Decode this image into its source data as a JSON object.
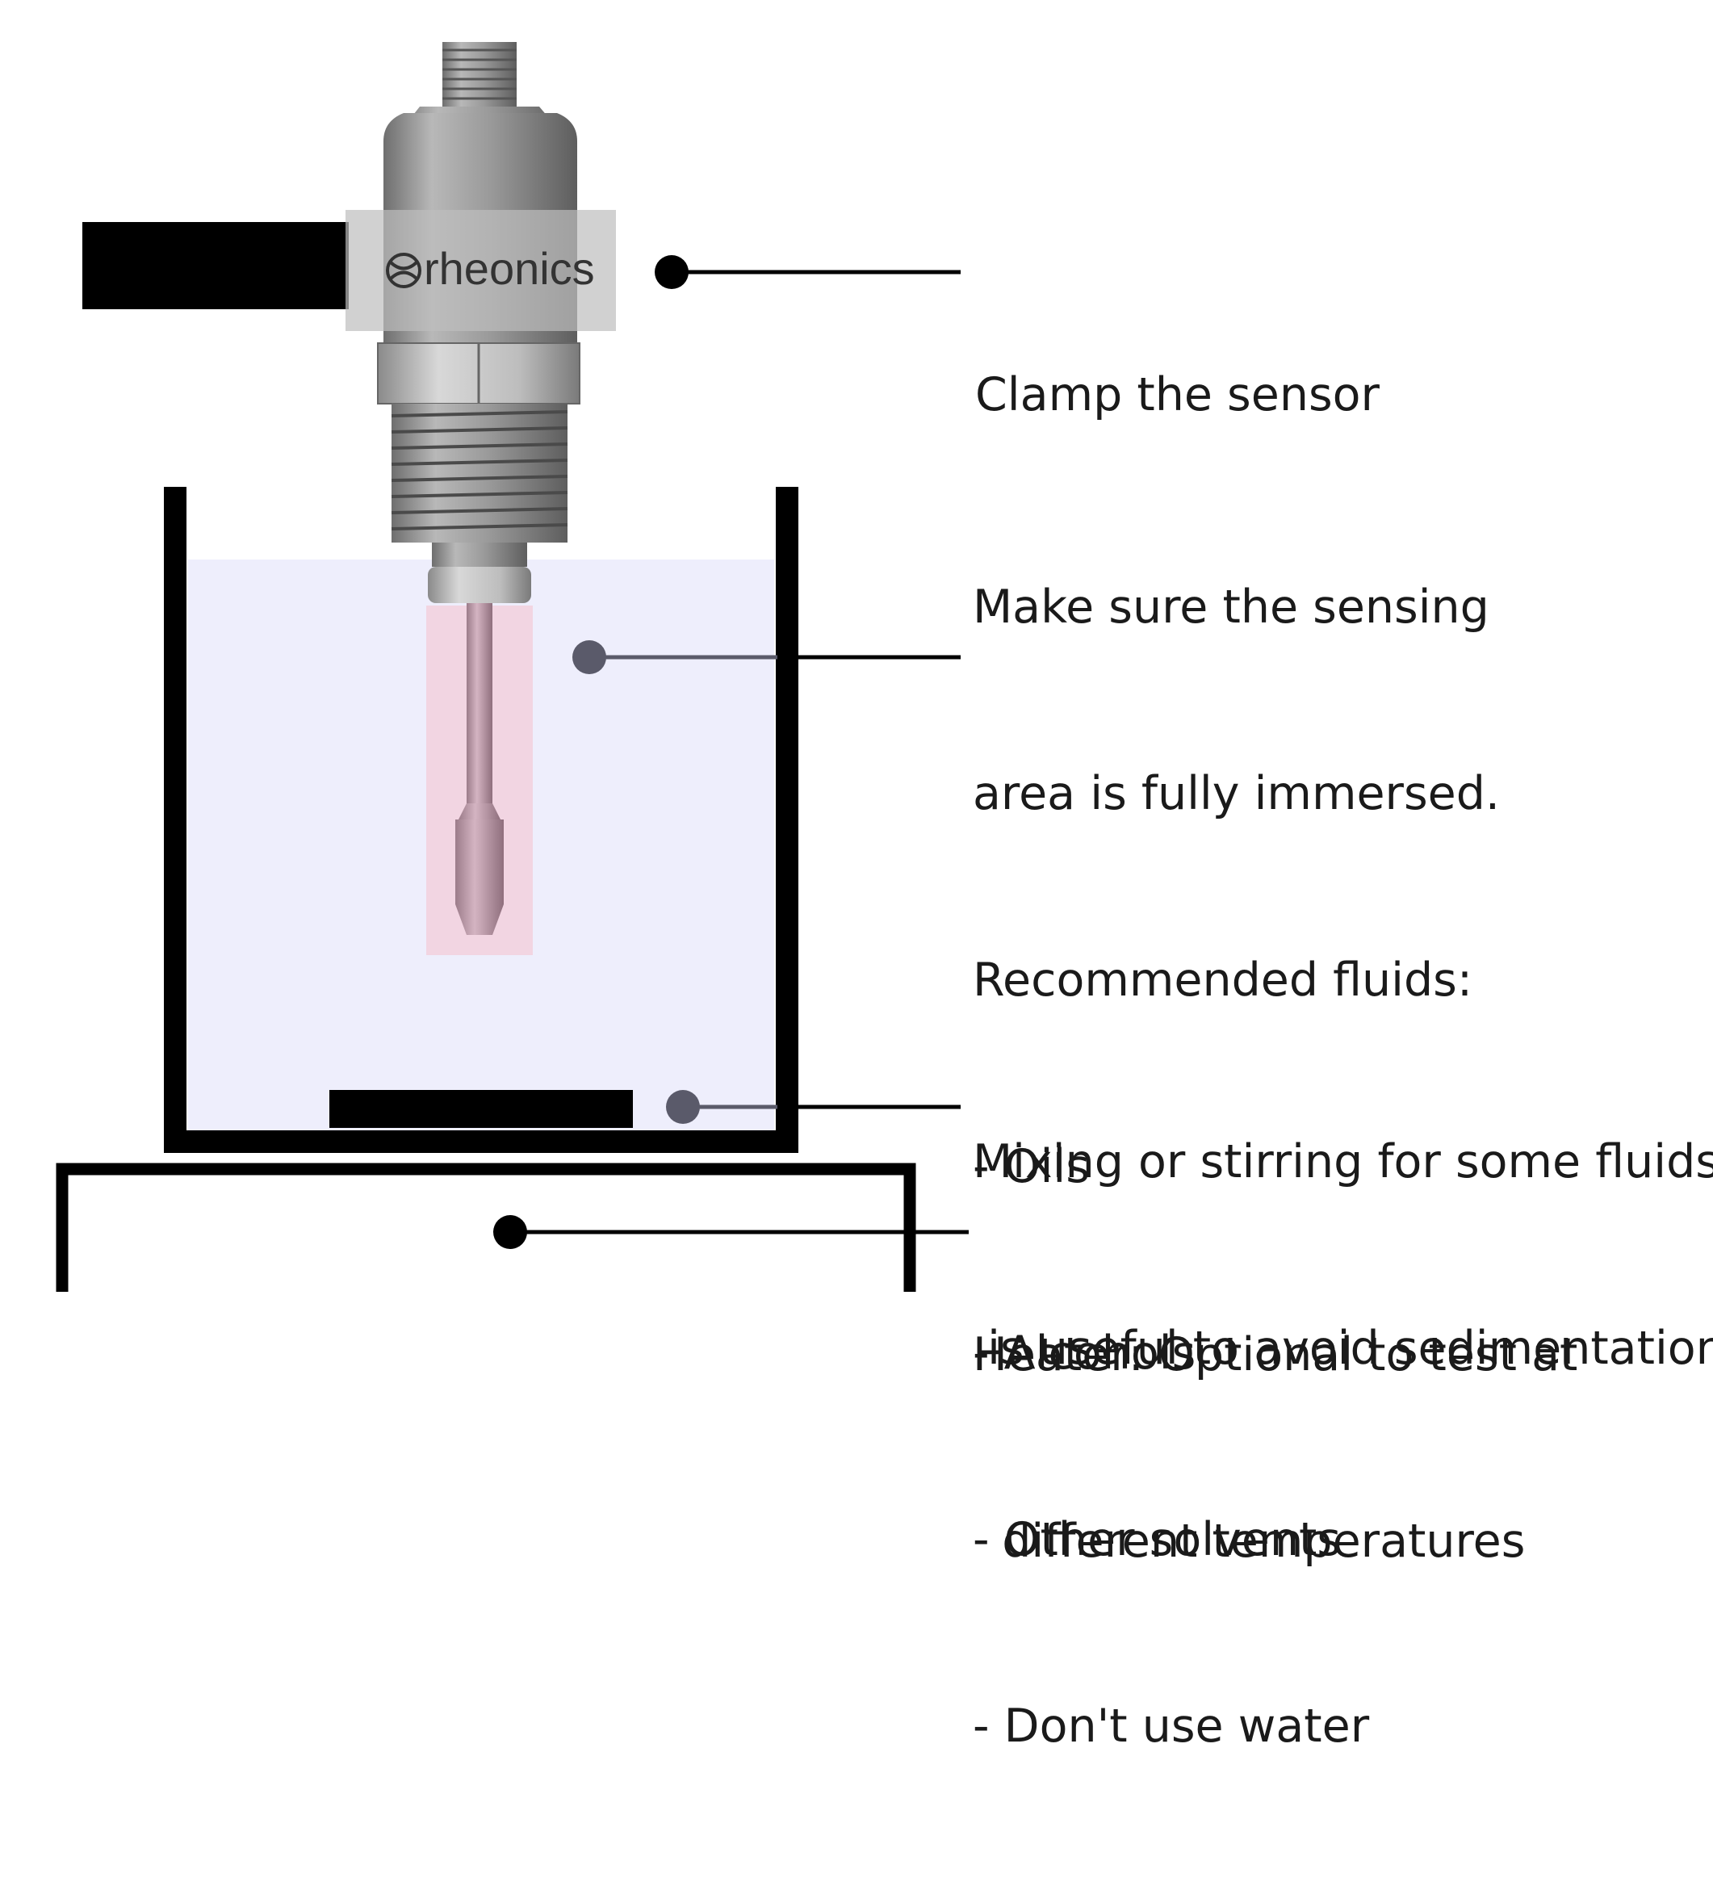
{
  "logo": {
    "text": "rheonics"
  },
  "callouts": {
    "clamp": {
      "text": "Clamp the sensor"
    },
    "sensing": {
      "lines": [
        "Make sure the sensing",
        "area is fully immersed.",
        "Recommended fluids:",
        "- Oils",
        "- Alcohols",
        "- Other solvents",
        "- Don't use water"
      ]
    },
    "mixing": {
      "lines": [
        "Mixing or stirring for some fluids",
        " is useful to avoid sedimentation"
      ]
    },
    "heater": {
      "lines": [
        "Heater: Optional to test at",
        "  different temperatures"
      ]
    }
  },
  "colors": {
    "fluid": "#eeeefc",
    "sensing_highlight": "#f2d5e2",
    "stroke": "#000000",
    "pointer_dot_light": "#5a5a6a",
    "sensor_metal": "#9a9a9a"
  }
}
